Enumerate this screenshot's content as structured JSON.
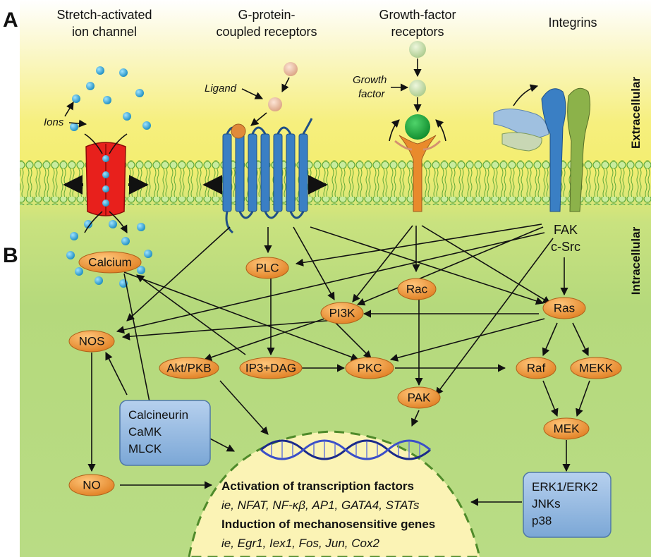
{
  "panel_labels": {
    "a": "A",
    "b": "B"
  },
  "headers": {
    "ion_channel": [
      "Stretch-activated",
      "ion channel"
    ],
    "gpcr": [
      "G-protein-",
      "coupled receptors"
    ],
    "growth_factor": [
      "Growth-factor",
      "receptors"
    ],
    "integrins": [
      "Integrins"
    ]
  },
  "side_labels": {
    "extracellular": "Extracellular",
    "intracellular": "Intracellular"
  },
  "small_labels": {
    "ions": "Ions",
    "ligand": "Ligand",
    "growth_factor": [
      "Growth",
      "factor"
    ]
  },
  "fak": [
    "FAK",
    "c-Src"
  ],
  "nodes": {
    "calcium": "Calcium",
    "plc": "PLC",
    "rac": "Rac",
    "pi3k": "PI3K",
    "ras": "Ras",
    "nos": "NOS",
    "akt": "Akt/PKB",
    "ip3": "IP3+DAG",
    "pkc": "PKC",
    "raf": "Raf",
    "mekk": "MEKK",
    "pak": "PAK",
    "mek": "MEK",
    "no": "NO"
  },
  "boxes": {
    "calcineurin": [
      "Calcineurin",
      "CaMK",
      "MLCK"
    ],
    "erk": [
      "ERK1/ERK2",
      "JNKs",
      "p38"
    ]
  },
  "nucleus": {
    "line1": "Activation of transcription factors",
    "line2": "ie, NFAT, NF-κβ, AP1, GATA4, STATs",
    "line3": "Induction of mechanosensitive genes",
    "line4": "ie, Egr1, Iex1, Fos, Jun, Cox2"
  },
  "colors": {
    "extracellular_yellow": "#f7f08a",
    "intracellular_green": "#b7d97a",
    "node_orange": "#e98a2c",
    "box_blue": "#8fb6de",
    "channel_red": "#e8201c",
    "receptor_blue": "#3a7fc4",
    "ion_cyan": "#2aa7d8",
    "nucleus_yellow": "#fbf3b5",
    "membrane_green": "#7bbf4a"
  }
}
